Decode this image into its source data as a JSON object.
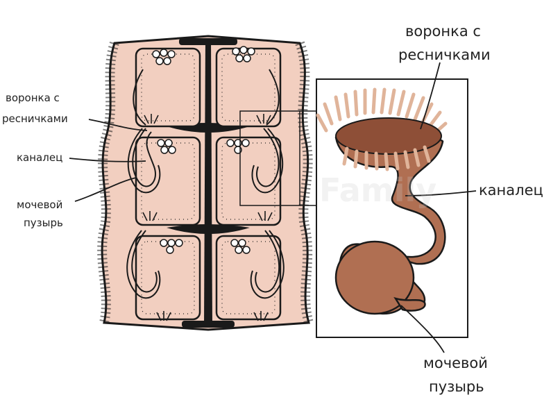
{
  "labels_left": {
    "funnel_line1": "воронка с",
    "funnel_line2": "ресничками",
    "canal": "каналец",
    "bladder_line1": "мочевой",
    "bladder_line2": "пузырь"
  },
  "labels_right": {
    "funnel_line1": "воронка с",
    "funnel_line2": "ресничками",
    "canal": "каналец",
    "bladder_line1": "мочевой",
    "bladder_line2": "пузырь"
  },
  "watermark": "Family",
  "colors": {
    "tissue": "#f2cfc0",
    "organ": "#b06f52",
    "organ_dark": "#8e4f37",
    "cilia": "#e0b49a",
    "outline": "#1a1a1a",
    "background": "#ffffff"
  }
}
